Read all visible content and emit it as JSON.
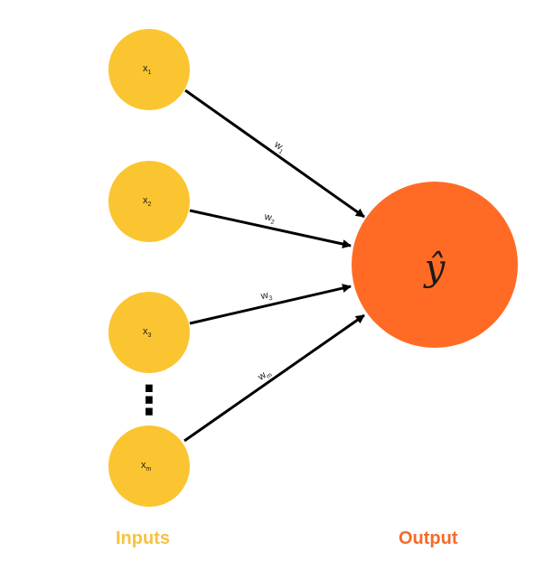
{
  "colors": {
    "input_node": "#FBC531",
    "output_node": "#FF6B24",
    "arrow": "#000000",
    "inputs_caption": "#F5C242",
    "output_caption": "#F26B2A"
  },
  "inputs": [
    {
      "var": "x",
      "sub": "1"
    },
    {
      "var": "x",
      "sub": "2"
    },
    {
      "var": "x",
      "sub": "3"
    },
    {
      "var": "x",
      "sub": "m"
    }
  ],
  "ellipsis": "⋮",
  "weights": [
    {
      "var": "w",
      "sub": "1"
    },
    {
      "var": "w",
      "sub": "2"
    },
    {
      "var": "w",
      "sub": "3"
    },
    {
      "var": "w",
      "sub": "m"
    }
  ],
  "output": {
    "symbol": "ŷ"
  },
  "captions": {
    "inputs": "Inputs",
    "output": "Output"
  }
}
